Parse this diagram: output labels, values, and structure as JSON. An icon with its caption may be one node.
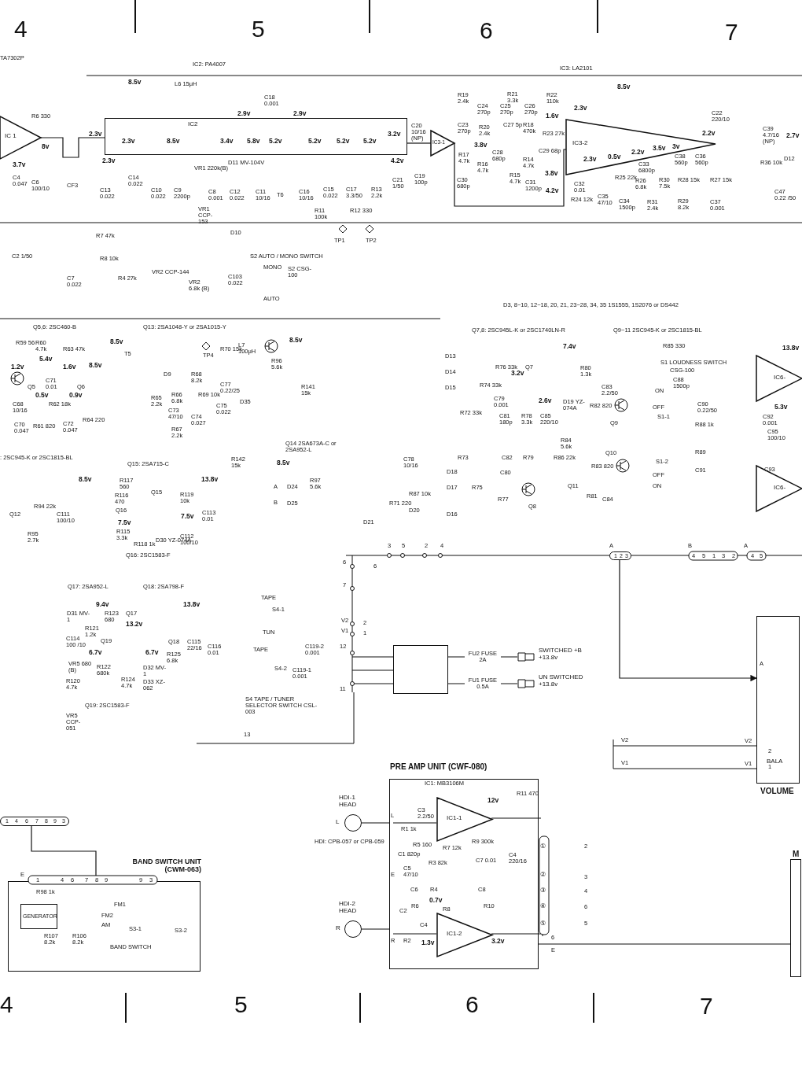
{
  "diagram": {
    "nodes": [
      {
        "text": [
          "IC 1"
        ]
      },
      {
        "text": [
          "IC2"
        ]
      },
      {
        "text": [
          "IC3-1"
        ]
      },
      {
        "text": [
          "IC3-2"
        ]
      },
      {
        "text": [
          "IC6-"
        ]
      },
      {
        "text": [
          "IC6-"
        ]
      },
      {
        "text": [
          "PRE AMP UNIT (CWF-080)"
        ]
      },
      {
        "text": [
          "IC1-1"
        ],
        "in": 6
      },
      {
        "text": [
          "IC1-2"
        ],
        "in": 6
      },
      {
        "text": [
          "BAND SWITCH UNIT (CWM-063)"
        ]
      },
      {
        "text": [
          "GENERATOR"
        ],
        "in": 9
      },
      {
        "text": [],
        "shape": "box"
      },
      {
        "text": [],
        "shape": "plug",
        "beside": [
          "SWITCHED +B +13.8v"
        ]
      },
      {
        "text": [],
        "shape": "plug",
        "beside": [
          "UN SWITCHED +13.8v"
        ]
      },
      {
        "text": [
          "BALA",
          "VOLUME"
        ]
      },
      {
        "text": [
          "M"
        ]
      },
      {
        "text": [
          "HDI-1 HEAD"
        ],
        "beside": [
          "L"
        ]
      },
      {
        "text": [
          "HDI-2 HEAD"
        ],
        "beside": [
          "R"
        ]
      },
      {
        "text": [
          "1",
          "2",
          "3"
        ]
      },
      {
        "text": [
          "1",
          "4",
          "6",
          "7",
          "8",
          "9",
          "3"
        ]
      }
    ],
    "edges": [
      {
        "from": 0,
        "to": 1,
        "arrow": "none"
      },
      {
        "from": 1,
        "to": 2,
        "arrow": "none"
      },
      {
        "from": 2,
        "to": 3,
        "arrow": "none"
      },
      {
        "from": 11,
        "to": 12,
        "arrow": "none",
        "label": "FU2 FUSE 2A"
      },
      {
        "from": 11,
        "to": 13,
        "arrow": "none",
        "label": "FU1 FUSE 0.5A"
      },
      {
        "from": 16,
        "to": 6,
        "arrow": "none"
      },
      {
        "from": 17,
        "to": 6,
        "arrow": "none"
      },
      {
        "from": 18,
        "to": 14,
        "arrow": "to"
      },
      {
        "from": 6,
        "to": 15,
        "arrow": "none"
      },
      {
        "from": 19,
        "to": 9,
        "arrow": "none"
      }
    ],
    "labels": [
      "4",
      "5",
      "6",
      "7",
      "TA7302P",
      "IC2: PA4007",
      "IC3: LA2101",
      "8.5v",
      "L6 15μH",
      "C18 0.001",
      "2.9v",
      "2.9v",
      "R6 330",
      "2.3v",
      "2.3v",
      "8.5v",
      "3.4v",
      "5.8v",
      "5.2v",
      "5.2v",
      "5.2v",
      "5.2v",
      "3.2v",
      "8v",
      "3.7v",
      "C4 0.047",
      "C6 100/10",
      "CF3",
      "2.3v",
      "C14 0.022",
      "C13 0.022",
      "C10 0.022",
      "C9 2200p",
      "VR1 220k(B)",
      "D11 MV-104V",
      "C8 0.001",
      "C12 0.022",
      "C11 10/16",
      "T6",
      "C16 10/16",
      "C15 0.022",
      "C17 3.3/50",
      "R13 2.2k",
      "4.2v",
      "C21 1/50",
      "VR1 CCP-153",
      "R11 100k",
      "R12 330",
      "TP1",
      "TP2",
      "D10",
      "R7 47k",
      "R8 10k",
      "C2 1/50",
      "C7 0.022",
      "R4 27k",
      "VR2 CCP-144",
      "VR2 6.8k (B)",
      "C103 0.022",
      "S2 AUTO / MONO SWITCH",
      "MONO",
      "S2 CSG-100",
      "AUTO",
      "C20 10/16 (NP)",
      "C19 100p",
      "R19 2.4k",
      "R21 3.3k",
      "R22 110k",
      "C24 270p",
      "C25 270p",
      "C26 270p",
      "1.6v",
      "2.3v",
      "8.5v",
      "C22 220/10",
      "C23 270p",
      "R20 2.4k",
      "C27 5p",
      "R18 470k",
      "R23 27k",
      "3.8v",
      "C28 680p",
      "C29 68p",
      "R17 4.7k",
      "R16 4.7k",
      "R14 4.7k",
      "R15 4.7k",
      "C31 1200p",
      "3.8v",
      "C30 680p",
      "4.2v",
      "2.3v",
      "0.5v",
      "2.2v",
      "3.5v",
      "3v",
      "2.2v",
      "C32 0.01",
      "R24 12k",
      "R25 22k",
      "C35 47/10",
      "C33 6800p",
      "R26 6.8k",
      "C34 1500p",
      "R31 2.4k",
      "R30 7.5k",
      "C38 560p",
      "C36 560p",
      "R28 15k",
      "R27 15k",
      "R29 8.2k",
      "C37 0.001",
      "C39 4.7/16 (NP)",
      "2.7v",
      "R36 10k",
      "D12",
      "C47 0.22 /50",
      "D3, 8~10, 12~18, 20, 21, 23~28, 34, 35 1S1555, 1S2076 or DS442",
      "Q5,6: 2SC460-B",
      "Q13: 2SA1048-Y or 2SA1015-Y",
      "Q7,8: 2SC945L-K or 2SC1740LN-R",
      "Q9~11 2SC945-K or 2SC1815-BL",
      "R59 56",
      "R60 4.7k",
      "R63 47k",
      "8.5v",
      "TP4",
      "R70 15k",
      "L7 100μH",
      "8.5v",
      "R96 5.6k",
      "R141 15k",
      "5.4v",
      "1.2v",
      "1.6v",
      "8.5v",
      "T5",
      "D9",
      "R68 8.2k",
      "C77 0.22/25",
      "Q5",
      "C71 0.01",
      "Q6",
      "0.5v",
      "0.9v",
      "R62 18k",
      "C68 10/16",
      "R65 2.2k",
      "R66 6.8k",
      "R69 10k",
      "C75 0.022",
      "D35",
      "C73 47/10",
      "C74 0.027",
      "R67 2.2k",
      "C70 0.047",
      "R61 820",
      "C72 0.047",
      "R64 220",
      "Q14 2SA673A-C or 2SA952-L",
      ": 2SC945-K or 2SC1815-BL",
      "Q15: 2SA715-C",
      "R142 15k",
      "8.5v",
      "8.5v",
      "13.8v",
      "R117 560",
      "Q15",
      "R116 470",
      "R119 10k",
      "R97 5.6k",
      "A",
      "D24",
      "B",
      "D25",
      "R94 22k",
      "Q12",
      "C111 100/10",
      "C113 0.01",
      "Q16",
      "7.5v",
      "7.5v",
      "R95 2.7k",
      "R115 3.3k",
      "D30 YZ-074A",
      "C112 100/10",
      "R118 1k",
      "R71 220",
      "D21",
      "Q16: 2SC1583-F",
      "7.4v",
      "R85 330",
      "13.8v",
      "D13",
      "S1 LOUDNESS SWITCH",
      "CSG-100",
      "D14",
      "R76 33k",
      "3.2v",
      "Q7",
      "R80 1.3k",
      "C88 1500p",
      "D15",
      "R74 33k",
      "C79 0.001",
      "C83 2.2/50",
      "ON",
      "2.6v",
      "D19 YZ-074A",
      "R82 820",
      "C90 0.22/50",
      "OFF",
      "R72 33k",
      "C81 180p",
      "R78 3.3k",
      "C85 220/10",
      "Q9",
      "R88 1k",
      "S1-1",
      "5.3v",
      "C92 0.001",
      "C95 100/10",
      "R84 5.6k",
      "Q10",
      "R73",
      "C82",
      "R79",
      "R86 22k",
      "R89",
      "C78 10/16",
      "S1-2",
      "C91",
      "C93",
      "OFF",
      "R83 820",
      "D18",
      "C80",
      "Q11",
      "R87 10k",
      "D17",
      "R75",
      "R77",
      "R81",
      "C84",
      "ON",
      "Q8",
      "D20",
      "D16",
      "3",
      "5",
      "2",
      "4",
      "A",
      "B",
      "4",
      "5",
      "1",
      "3",
      "2",
      "A",
      "4",
      "5",
      "6",
      "6",
      "7",
      "V2",
      "2",
      "V1",
      "1",
      "12",
      "11",
      "TAPE",
      "S4-1",
      "TUN",
      "TAPE",
      "S4-2",
      "C119-2 0.001",
      "C119-1 0.001",
      "S4 TAPE / TUNER SELECTOR SWITCH CSL-003",
      "Q17: 2SA952-L",
      "Q18: 2SA798-F",
      "9.4v",
      "13.8v",
      "D31 MV-1",
      "R123 680",
      "Q17",
      "13.2v",
      "R121 1.2k",
      "C114 100 /10",
      "Q19",
      "Q18",
      "C115 22/16",
      "C116 0.01",
      "6.7v",
      "6.7v",
      "R125 6.8k",
      "VR5 680 (B)",
      "R122 680k",
      "D32 MV-1",
      "R120 4.7k",
      "R124 4.7k",
      "D33 XZ-062",
      "Q19: 2SC1583-F",
      "VR5 CCP-051",
      "13",
      "V2",
      "V2",
      "V1",
      "V1",
      "2",
      "1",
      "A",
      "IC1: MB3106M",
      "R11 470",
      "12v",
      "L",
      "C3 2.2/50",
      "R1 1k",
      "HDI: CPB-057 or CPB-059",
      "R5 160",
      "R7 12k",
      "R9 300k",
      "C4 220/16",
      "C1 820p",
      "C5 47/10",
      "R3 82k",
      "C7 0.01",
      "E",
      "C6",
      "R4",
      "C8",
      "0.7v",
      "R6",
      "R8",
      "R10",
      "C2",
      "C4",
      "R",
      "R2",
      "1.3v",
      "3.2v",
      "6",
      "E",
      "①",
      "②",
      "③",
      "④",
      "⑤",
      "2",
      "3",
      "4",
      "6",
      "5",
      "E",
      "1",
      "4",
      "6",
      "7",
      "8",
      "9",
      "9",
      "3",
      "R98 1k",
      "FM1",
      "FM2",
      "AM",
      "S3-1",
      "S3-2",
      "R107 8.2k",
      "R106 8.2k",
      "BAND SWITCH",
      "4",
      "5",
      "6",
      "7"
    ]
  }
}
